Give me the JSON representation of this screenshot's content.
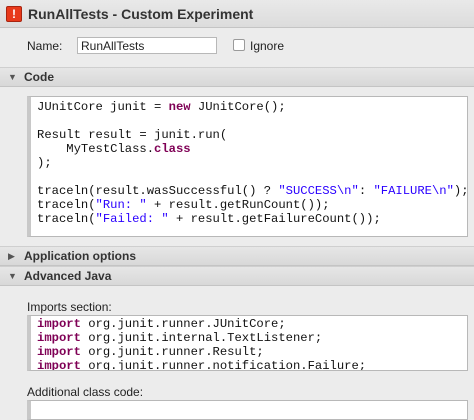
{
  "window": {
    "title": "RunAllTests - Custom Experiment"
  },
  "form": {
    "name_label": "Name:",
    "name_value": "RunAllTests",
    "ignore_label": "Ignore",
    "ignore_checked": false
  },
  "sections": {
    "code": {
      "title": "Code",
      "expanded": true
    },
    "application_options": {
      "title": "Application options",
      "expanded": false
    },
    "advanced_java": {
      "title": "Advanced Java",
      "expanded": true
    }
  },
  "code_lines": [
    [
      {
        "t": "JUnitCore junit = "
      },
      {
        "t": "new",
        "k": "kw"
      },
      {
        "t": " JUnitCore();"
      }
    ],
    [],
    [
      {
        "t": "Result result = junit.run("
      }
    ],
    [
      {
        "t": "    MyTestClass."
      },
      {
        "t": "class",
        "k": "kw"
      }
    ],
    [
      {
        "t": ");"
      }
    ],
    [],
    [
      {
        "t": "traceln(result.wasSuccessful() ? "
      },
      {
        "t": "\"SUCCESS\\n\"",
        "k": "str"
      },
      {
        "t": ": "
      },
      {
        "t": "\"FAILURE\\n\"",
        "k": "str"
      },
      {
        "t": ");"
      }
    ],
    [
      {
        "t": "traceln("
      },
      {
        "t": "\"Run: \"",
        "k": "str"
      },
      {
        "t": " + result.getRunCount());"
      }
    ],
    [
      {
        "t": "traceln("
      },
      {
        "t": "\"Failed: \"",
        "k": "str"
      },
      {
        "t": " + result.getFailureCount());"
      }
    ]
  ],
  "imports": {
    "label": "Imports section:",
    "lines": [
      [
        {
          "t": "import",
          "k": "kw"
        },
        {
          "t": " org.junit.runner.JUnitCore;"
        }
      ],
      [
        {
          "t": "import",
          "k": "kw"
        },
        {
          "t": " org.junit.internal.TextListener;"
        }
      ],
      [
        {
          "t": "import",
          "k": "kw"
        },
        {
          "t": " org.junit.runner.Result;"
        }
      ],
      [
        {
          "t": "import",
          "k": "kw"
        },
        {
          "t": " org.junit.runner.notification.Failure;"
        }
      ]
    ]
  },
  "additional_class_code": {
    "label": "Additional class code:"
  },
  "colors": {
    "keyword": "#7f0055",
    "string": "#2a00ff",
    "app_icon": "#e8391a"
  },
  "icons": {
    "app": "red-square-app-icon",
    "expanded": "chevron-down-icon",
    "collapsed": "chevron-right-icon"
  }
}
